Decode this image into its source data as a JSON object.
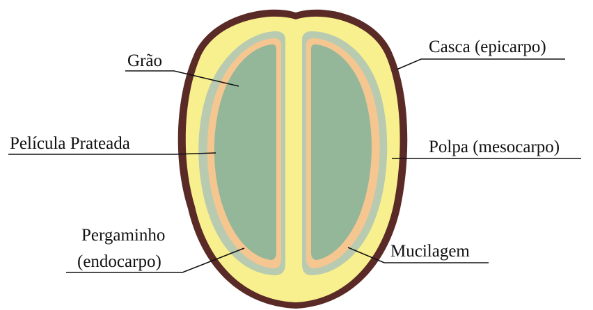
{
  "labels": {
    "grao": "Grão",
    "pelicula": "Película Prateada",
    "pergaminho_line1": "Pergaminho",
    "pergaminho_line2": "(endocarpo)",
    "casca": "Casca (epicarpo)",
    "polpa": "Polpa (mesocarpo)",
    "mucilagem": "Mucilagem"
  },
  "colors": {
    "casca": "#5a2a27",
    "polpa": "#f8f08e",
    "mucilagem": "#b8cbb0",
    "pergaminho": "#f6c691",
    "grao": "#93b798",
    "text": "#111111"
  }
}
